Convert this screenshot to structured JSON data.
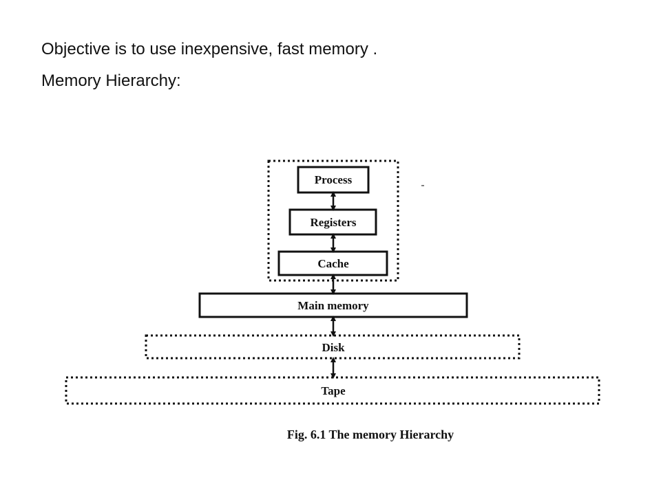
{
  "slide": {
    "line1": "Objective is to use inexpensive, fast memory .",
    "line2": "Memory Hierarchy:"
  },
  "diagram": {
    "levels": [
      {
        "id": "process",
        "label": "Process",
        "border": "solid"
      },
      {
        "id": "registers",
        "label": "Registers",
        "border": "solid"
      },
      {
        "id": "cache",
        "label": "Cache",
        "border": "solid"
      },
      {
        "id": "main-memory",
        "label": "Main memory",
        "border": "solid"
      },
      {
        "id": "disk",
        "label": "Disk",
        "border": "dotted"
      },
      {
        "id": "tape",
        "label": "Tape",
        "border": "dotted"
      }
    ],
    "caption": "Fig. 6.1 The memory Hierarchy",
    "colors": {
      "ink": "#111111",
      "background": "#ffffff"
    }
  }
}
